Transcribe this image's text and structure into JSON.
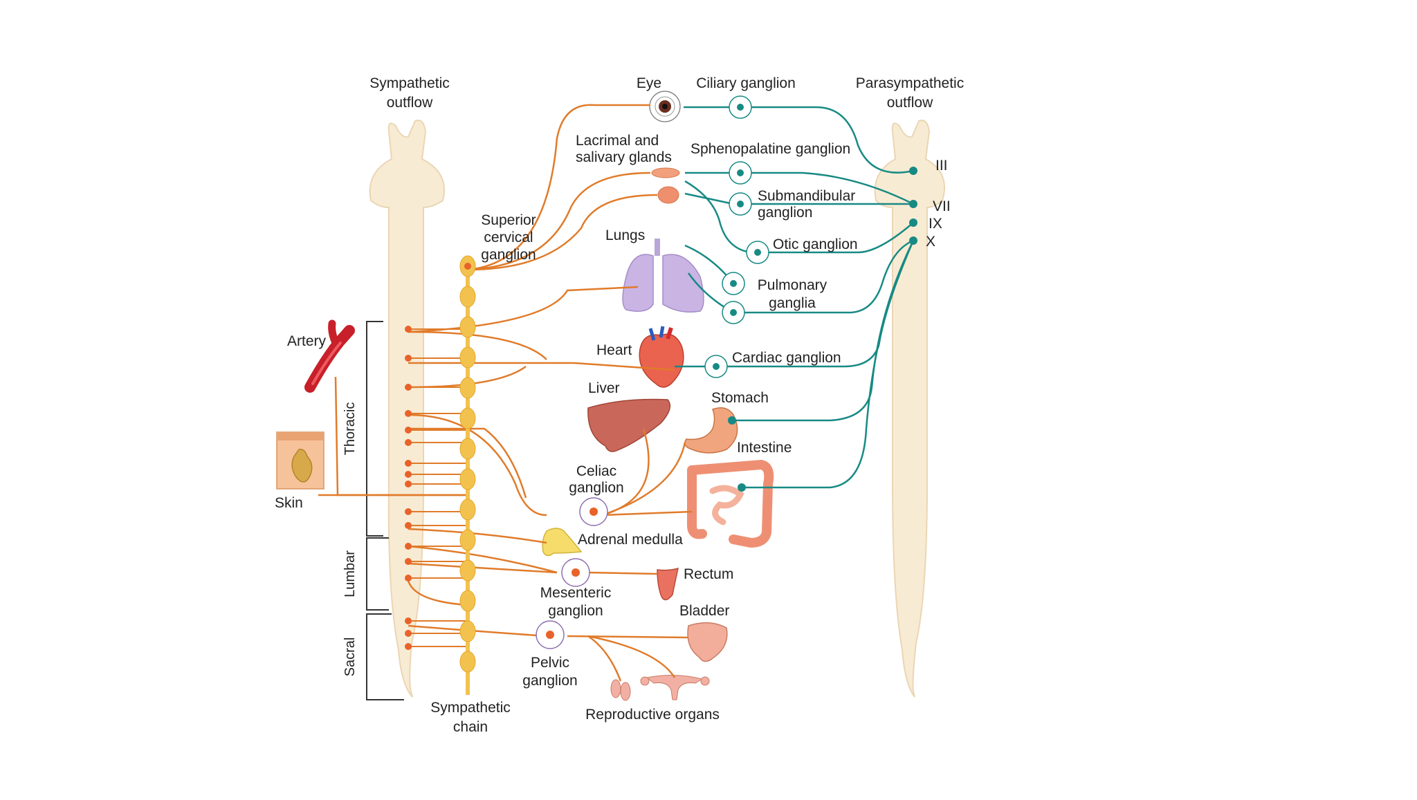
{
  "colors": {
    "sympathetic": "#E07B2A",
    "sympathetic_node": "#E8622A",
    "chain": "#F3C24E",
    "parasympathetic": "#178A84",
    "spine": "#F8EBD4",
    "spine_edge": "#EAD6B4",
    "bracket": "#333333"
  },
  "labels": {
    "sympathetic_outflow": [
      "Sympathetic",
      "outflow"
    ],
    "parasympathetic_outflow": [
      "Parasympathetic",
      "outflow"
    ],
    "sympathetic_chain": [
      "Sympathetic",
      "chain"
    ],
    "eye": "Eye",
    "ciliary_ganglion": "Ciliary ganglion",
    "lacrimal_salivary": [
      "Lacrimal and",
      "salivary glands"
    ],
    "sphenopalatine_ganglion": "Sphenopalatine ganglion",
    "submandibular_ganglion": [
      "Submandibular",
      "ganglion"
    ],
    "otic_ganglion": "Otic ganglion",
    "superior_cervical_ganglion": [
      "Superior",
      "cervical",
      "ganglion"
    ],
    "lungs": "Lungs",
    "pulmonary_ganglia": [
      "Pulmonary",
      "ganglia"
    ],
    "artery": "Artery",
    "heart": "Heart",
    "cardiac_ganglion": "Cardiac ganglion",
    "liver": "Liver",
    "stomach": "Stomach",
    "intestine": "Intestine",
    "celiac_ganglion": [
      "Celiac",
      "ganglion"
    ],
    "skin": "Skin",
    "adrenal_medulla": "Adrenal medulla",
    "rectum": "Rectum",
    "mesenteric_ganglion": [
      "Mesenteric",
      "ganglion"
    ],
    "bladder": "Bladder",
    "pelvic_ganglion": [
      "Pelvic",
      "ganglion"
    ],
    "reproductive_organs": "Reproductive organs",
    "region_thoracic": "Thoracic",
    "region_lumbar": "Lumbar",
    "region_sacral": "Sacral",
    "cranial_nerves": [
      "III",
      "VII",
      "IX",
      "X"
    ]
  }
}
